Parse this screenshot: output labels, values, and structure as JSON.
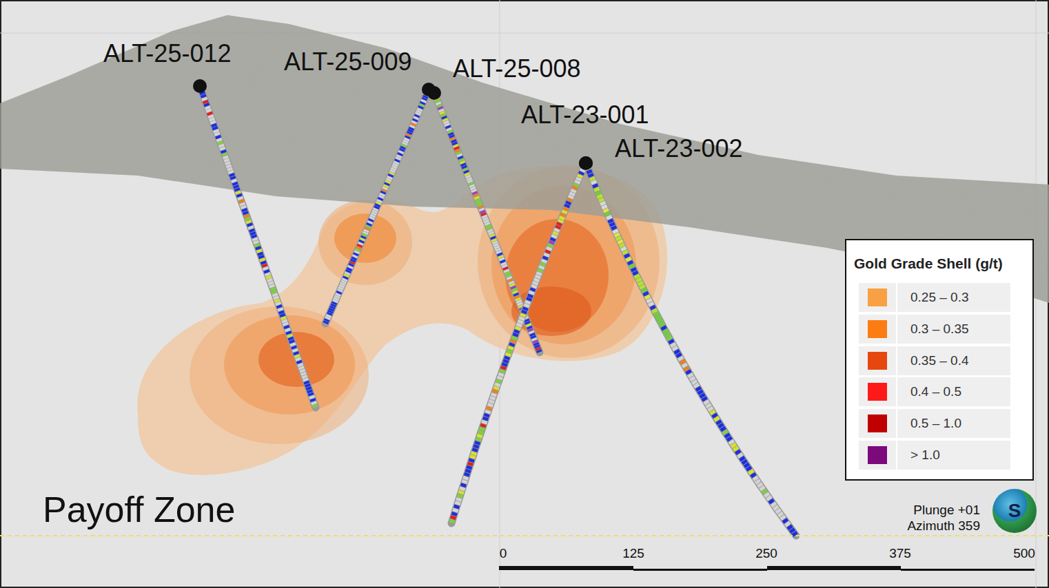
{
  "diagram": {
    "nodes": [
      {
        "text": [
          "Gold Grade Shell (g/t)"
        ]
      },
      {
        "text": [
          "S"
        ]
      }
    ],
    "labels": [
      "ALT-25-012",
      "ALT-25-009",
      "ALT-25-008",
      "ALT-23-001",
      "ALT-23-002",
      "Payoff Zone",
      "0",
      "125",
      "250",
      "375",
      "500",
      "Plunge +01",
      "Azimuth 359"
    ],
    "legend": [
      {
        "text": "0.25 – 0.3",
        "color": "#f9a044"
      },
      {
        "text": "0.3 – 0.35",
        "color": "#fb7d12"
      },
      {
        "text": "0.35 – 0.4",
        "color": "#e6470f"
      },
      {
        "text": "0.4 – 0.5",
        "color": "#ff1a1a"
      },
      {
        "text": "0.5 – 1.0",
        "color": "#c00000"
      },
      {
        "text": "> 1.0",
        "color": "#7d0a7d"
      }
    ]
  }
}
